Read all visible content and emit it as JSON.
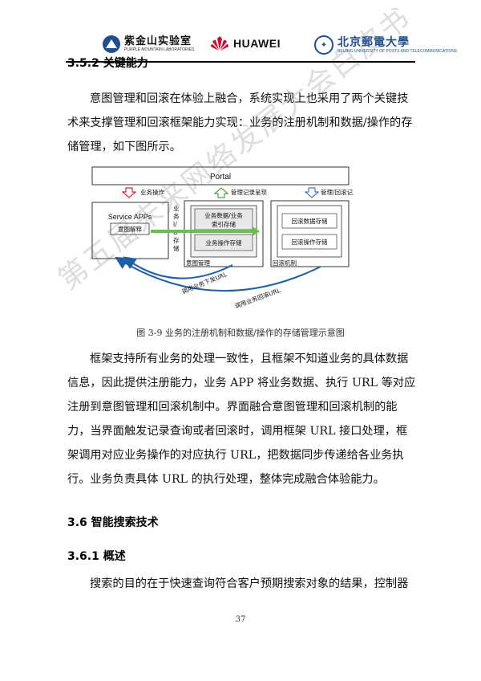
{
  "header": {
    "logos": {
      "pml_cn": "紫金山实验室",
      "pml_en": "PURPLE MOUNTAIN LABORATORIES",
      "huawei": "HUAWEI",
      "bupt_cn": "北京郵電大學",
      "bupt_en": "BEIJING UNIVERSITY OF POSTS AND TELECOMMUNICATIONS"
    },
    "colors": {
      "huawei_red": "#cf0a2c",
      "bupt_blue": "#1f4f8f"
    }
  },
  "sections": {
    "s352": {
      "title": "3.5.2  关键能力"
    },
    "s36": {
      "title": "3.6  智能搜索技术"
    },
    "s361": {
      "title": "3.6.1  概述"
    }
  },
  "paragraphs": {
    "p1": "意图管理和回滚在体验上融合，系统实现上也采用了两个关键技术来支撑管理和回滚框架能力实现：业务的注册机制和数据/操作的存储管理，如下图所示。",
    "p2": "框架支持所有业务的处理一致性，且框架不知道业务的具体数据信息，因此提供注册能力，业务 APP 将业务数据、执行 URL 等对应注册到意图管理和回滚机制中。界面融合意图管理和回滚机制的能力，当界面触发记录查询或者回滚时，调用框架 URL 接口处理，框架调用对应业务操作的对应执行 URL，把数据同步传递给各业务执行。业务负责具体 URL 的执行处理，整体完成融合体验能力。",
    "p3": "搜索的目的在于快速查询符合客户预期搜索对象的结果，控制器"
  },
  "figure": {
    "caption": "图 3-9  业务的注册机制和数据/操作的存储管理示意图",
    "labels": {
      "portal": "Portal",
      "arrow_left": "业务操作",
      "arrow_mid": "管理记录呈现",
      "arrow_right": "管理/回滚记录操作",
      "service_apps": "Service APPs",
      "intent_parse": "意图解释",
      "side_store_1": "业",
      "side_store_2": "务",
      "side_store_3": "I/",
      "side_store_4": "O",
      "side_store_5": "存",
      "side_store_6": "储",
      "index_store_1": "业务数据/业务",
      "index_store_2": "索引存储",
      "op_store": "业务操作存储",
      "intent_mgmt": "意图管理",
      "rollback_data_store": "回滚数据存储",
      "rollback_op_store": "回滚操作存储",
      "rollback_mech": "回滚机制",
      "call_url": "调用业务下发URL",
      "call_rollback_url": "调用业务回滚URL"
    }
  },
  "watermark": "第五届未来网络发展大会白皮书",
  "page_number": "37"
}
